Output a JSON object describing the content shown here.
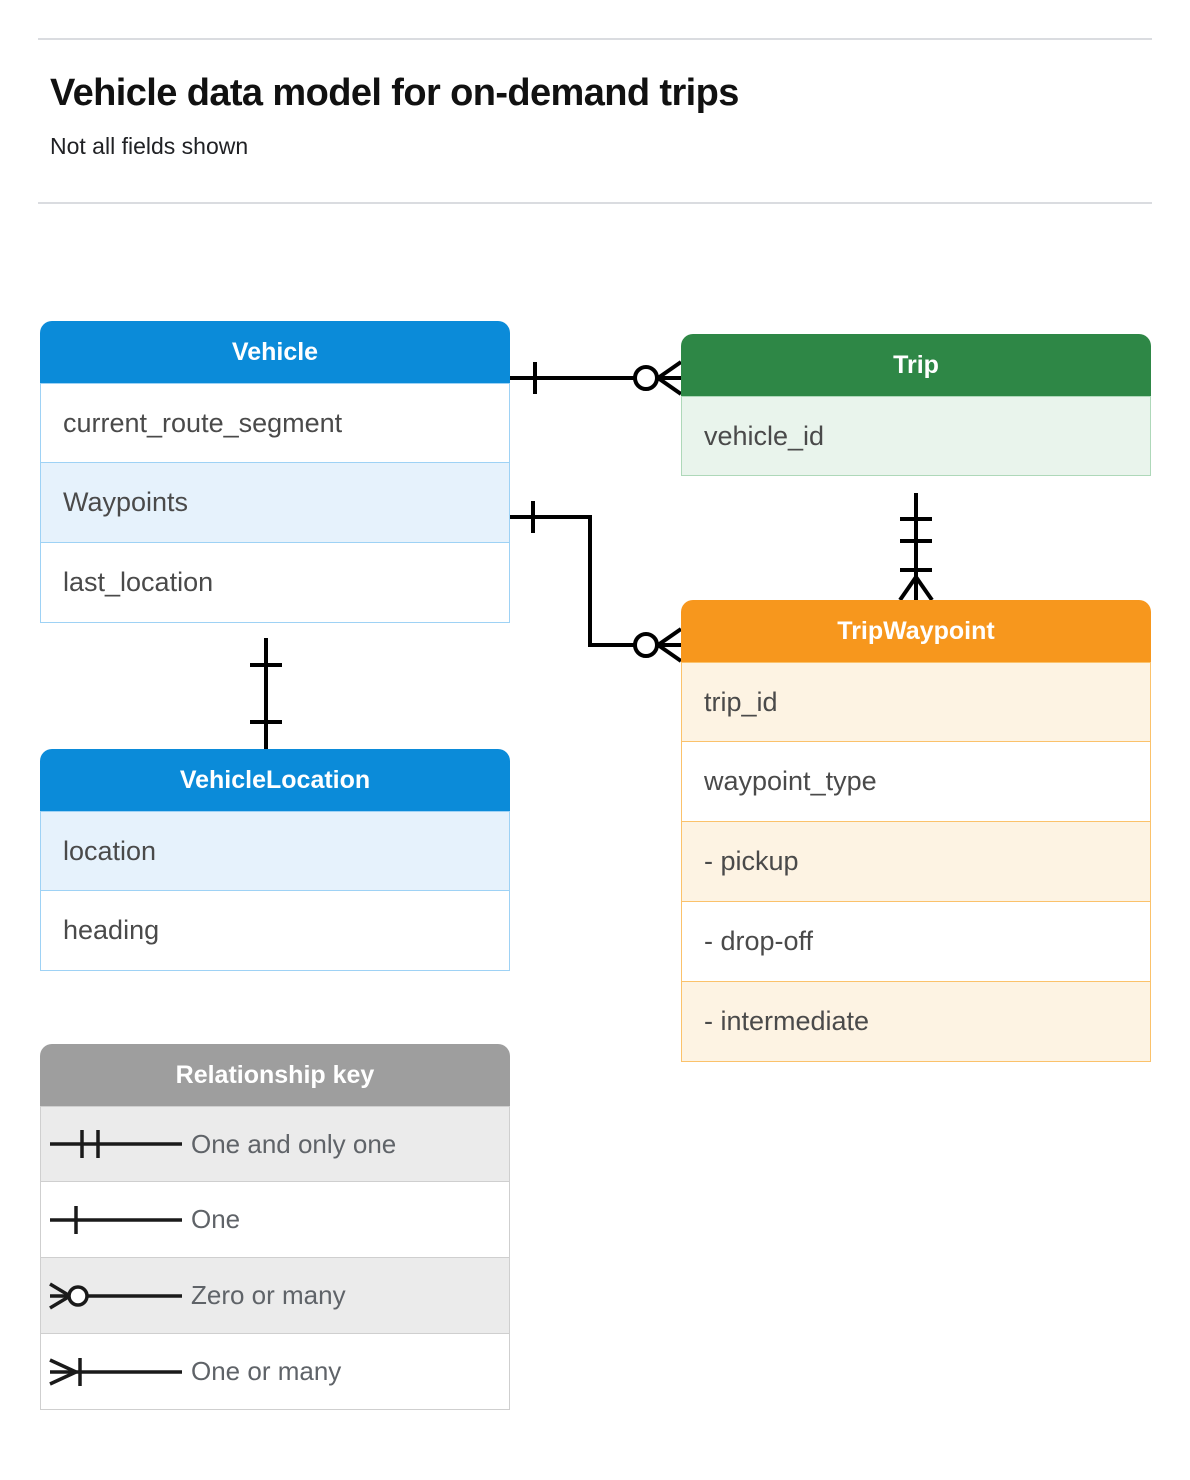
{
  "header": {
    "title": "Vehicle data model for on-demand trips",
    "subtitle": "Not all fields shown"
  },
  "colors": {
    "blue_header": "#0b8bd9",
    "blue_row_alt": "#e6f2fc",
    "blue_border": "#9ed2f5",
    "green_header": "#2e8746",
    "green_row_alt": "#e9f4ec",
    "green_border": "#aed8b9",
    "orange_header": "#f7971d",
    "orange_row_alt": "#fdf3e3",
    "orange_border": "#fbc26b",
    "gray_header": "#9e9e9e",
    "gray_row_alt": "#ebebeb",
    "divider": "#dadce0",
    "connector": "#000000",
    "field_text": "#4a4a4a"
  },
  "entities": [
    {
      "id": "vehicle",
      "name": "Vehicle",
      "theme": "blue",
      "fields": [
        {
          "label": "current_route_segment",
          "highlight": false
        },
        {
          "label": "Waypoints",
          "highlight": true
        },
        {
          "label": "last_location",
          "highlight": false
        }
      ]
    },
    {
      "id": "vehiclelocation",
      "name": "VehicleLocation",
      "theme": "blue",
      "fields": [
        {
          "label": "location",
          "highlight": true
        },
        {
          "label": "heading",
          "highlight": false
        }
      ]
    },
    {
      "id": "trip",
      "name": "Trip",
      "theme": "green",
      "fields": [
        {
          "label": "vehicle_id",
          "highlight": true
        }
      ]
    },
    {
      "id": "tripwaypoint",
      "name": "TripWaypoint",
      "theme": "orange",
      "fields": [
        {
          "label": "trip_id",
          "highlight": true
        },
        {
          "label": "waypoint_type",
          "highlight": false
        },
        {
          "label": "- pickup",
          "highlight": true
        },
        {
          "label": "- drop-off",
          "highlight": false
        },
        {
          "label": "- intermediate",
          "highlight": true
        }
      ]
    }
  ],
  "legend": {
    "title": "Relationship key",
    "rows": [
      {
        "label": "One and only one",
        "symbol": "one-and-only-one-symbol"
      },
      {
        "label": "One",
        "symbol": "one-symbol"
      },
      {
        "label": "Zero or many",
        "symbol": "zero-or-many-symbol"
      },
      {
        "label": "One or many",
        "symbol": "one-or-many-symbol"
      }
    ]
  },
  "relationships": [
    {
      "id": "vehicle-to-trip",
      "from": "Vehicle",
      "to": "Trip",
      "from_cardinality": "One",
      "to_cardinality": "Zero or many"
    },
    {
      "id": "vehicle-waypoints-to-tripwaypoint",
      "from": "Vehicle.Waypoints",
      "to": "TripWaypoint",
      "from_cardinality": "One",
      "to_cardinality": "Zero or many"
    },
    {
      "id": "trip-to-tripwaypoint",
      "from": "Trip",
      "to": "TripWaypoint",
      "from_cardinality": "One and only one",
      "to_cardinality": "One or many"
    },
    {
      "id": "vehicle-to-vehiclelocation",
      "from": "Vehicle",
      "to": "VehicleLocation",
      "from_cardinality": "One",
      "to_cardinality": "One"
    }
  ]
}
